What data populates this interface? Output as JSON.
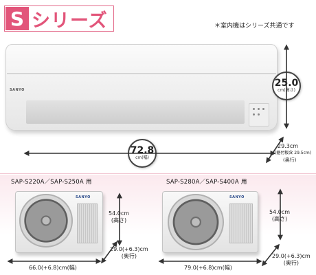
{
  "header": {
    "series_letter": "S",
    "series_suffix": "シリーズ",
    "note": "＊室内機はシリーズ共通です"
  },
  "indoor": {
    "brand": "SANYO",
    "height": {
      "value": "25.0",
      "unit": "cm(高さ)"
    },
    "width": {
      "value": "72.8",
      "unit": "cm(幅)"
    },
    "depth": {
      "line1": "29.3cm",
      "line2": "(据付板含 29.5cm)",
      "line3": "(奥行)"
    }
  },
  "outdoor_left": {
    "model": "SAP-S220A／SAP-S250A 用",
    "brand": "SANYO",
    "height": {
      "line1": "54.0cm",
      "line2": "(高さ)"
    },
    "depth": {
      "line1": "29.0(+6.3)cm",
      "line2": "(奥行)"
    },
    "width": "66.0(+6.8)cm(幅)"
  },
  "outdoor_right": {
    "model": "SAP-S280A／SAP-S400A 用",
    "brand": "SANYO",
    "height": {
      "line1": "54.0cm",
      "line2": "(高さ)"
    },
    "depth": {
      "line1": "29.0(+6.3)cm",
      "line2": "(奥行)"
    },
    "width": "79.0(+6.8)cm(幅)"
  },
  "colors": {
    "accent": "#e2557a",
    "accent_border": "#e36a8a",
    "bottom_tint": "#fbe9ee"
  }
}
